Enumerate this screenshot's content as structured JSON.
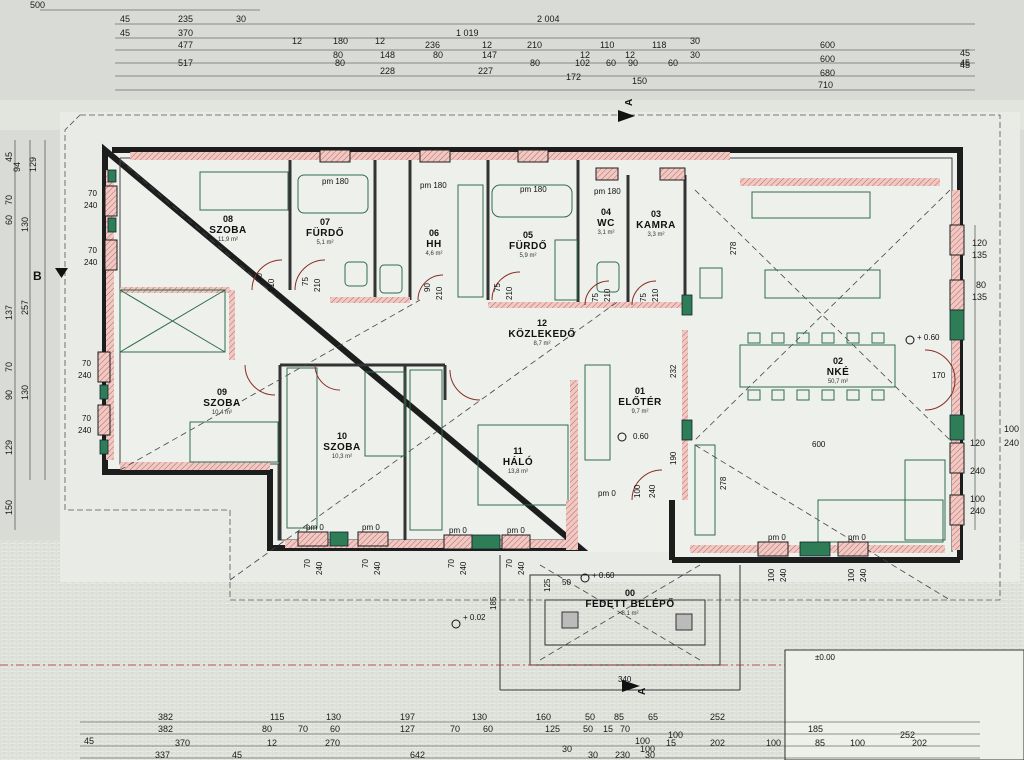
{
  "top_dims": {
    "row0": [
      "500"
    ],
    "row1": [
      "45",
      "235",
      "30",
      "2 004"
    ],
    "row2": [
      "45",
      "370",
      "12",
      "180",
      "12",
      "1 019",
      "30"
    ],
    "row3": [
      "477",
      "80",
      "148",
      "236",
      "12",
      "210",
      "12",
      "110",
      "12",
      "118",
      "30",
      "600",
      "45"
    ],
    "row4": [
      "517",
      "80",
      "80",
      "147",
      "80",
      "102",
      "60",
      "90",
      "60",
      "600",
      "45"
    ],
    "row5": [
      "228",
      "227",
      "172",
      "150",
      "680",
      "45"
    ],
    "row6": [
      "710"
    ]
  },
  "bottom_dims": {
    "row1": [
      "382",
      "115",
      "130",
      "197",
      "130",
      "160",
      "50",
      "85",
      "65",
      "252"
    ],
    "row2": [
      "382",
      "80",
      "70",
      "60",
      "127",
      "70",
      "60",
      "125",
      "50",
      "15",
      "70",
      "100",
      "185",
      "252"
    ],
    "row3": [
      "45",
      "370",
      "12",
      "270",
      "100",
      "30",
      "100",
      "15",
      "202",
      "100",
      "85",
      "100",
      "202"
    ],
    "row4": [
      "337",
      "45",
      "642",
      "30",
      "230",
      "30"
    ]
  },
  "left_dims": [
    "45",
    "94",
    "129",
    "70",
    "60",
    "130",
    "137",
    "257",
    "70",
    "90",
    "130",
    "129",
    "150"
  ],
  "right_dims": [
    "120",
    "135",
    "80",
    "135",
    "120",
    "240",
    "100",
    "240",
    "100",
    "240"
  ],
  "rooms": [
    {
      "num": "08",
      "name": "SZOBA",
      "sub": "11,9 m²"
    },
    {
      "num": "07",
      "name": "FÜRDŐ",
      "sub": "5,1 m²"
    },
    {
      "num": "06",
      "name": "HH",
      "sub": "4,6 m²"
    },
    {
      "num": "05",
      "name": "FÜRDŐ",
      "sub": "5,9 m²"
    },
    {
      "num": "04",
      "name": "WC",
      "sub": "3,1 m²"
    },
    {
      "num": "03",
      "name": "KAMRA",
      "sub": "3,3 m²"
    },
    {
      "num": "02",
      "name": "NKÉ",
      "sub": "50,7 m²"
    },
    {
      "num": "12",
      "name": "KÖZLEKEDŐ",
      "sub": "8,7 m²"
    },
    {
      "num": "09",
      "name": "SZOBA",
      "sub": "10,4 m²"
    },
    {
      "num": "10",
      "name": "SZOBA",
      "sub": "10,3 m²"
    },
    {
      "num": "11",
      "name": "HÁLÓ",
      "sub": "13,8 m²"
    },
    {
      "num": "01",
      "name": "ELŐTÉR",
      "sub": "9,7 m²"
    },
    {
      "num": "00",
      "name": "FEDETT BELÉPŐ",
      "sub": "8,1 m²"
    }
  ],
  "openings": {
    "pm180": "pm 180",
    "pm0": "pm 0",
    "w90": "90",
    "w75": "75",
    "w210": "210",
    "w70": "70",
    "w240": "240",
    "w100": "100",
    "w120": "120",
    "w135": "135",
    "w80": "80",
    "w170": "170",
    "w278": "278",
    "w232": "232",
    "w190": "190",
    "w600": "600",
    "w185": "185",
    "w125": "125",
    "w340": "340",
    "w50": "50"
  },
  "levels": {
    "l060a": "+ 0.60",
    "l060b": "+ 0.60",
    "l060c": "0.60",
    "l002": "+ 0.02",
    "l000": "±0.00"
  },
  "markers": {
    "section_a": "A",
    "section_b": "B"
  }
}
